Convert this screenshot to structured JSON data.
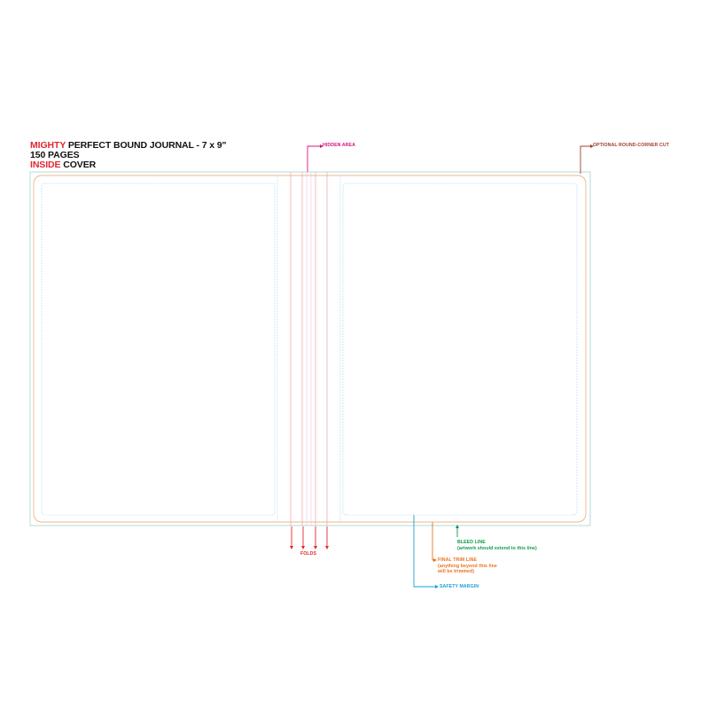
{
  "title": {
    "line1_highlight": "MIGHTY",
    "line1_rest": " PERFECT BOUND JOURNAL - 7 x 9\"",
    "line2": "150 PAGES",
    "line3_highlight": "INSIDE",
    "line3_rest": " COVER"
  },
  "labels": {
    "hidden_area": "HIDDEN AREA",
    "round_corner": "OPTIONAL ROUND-CORNER CUT",
    "folds": "FOLDS",
    "bleed_line": "BLEED LINE",
    "bleed_note": "(artwork should extend to this line)",
    "trim_line": "FINAL TRIM LINE",
    "trim_note_1": "(anything beyond this line",
    "trim_note_2": "will be trimmed)",
    "safety_margin": "SAFETY MARGIN"
  },
  "colors": {
    "highlight_red": "#e3262f",
    "hidden_area": "#d4147c",
    "round_corner": "#a0402e",
    "folds": "#e3262f",
    "bleed": "#0f9a4a",
    "trim": "#e8731f",
    "safety": "#1a9fd6"
  }
}
